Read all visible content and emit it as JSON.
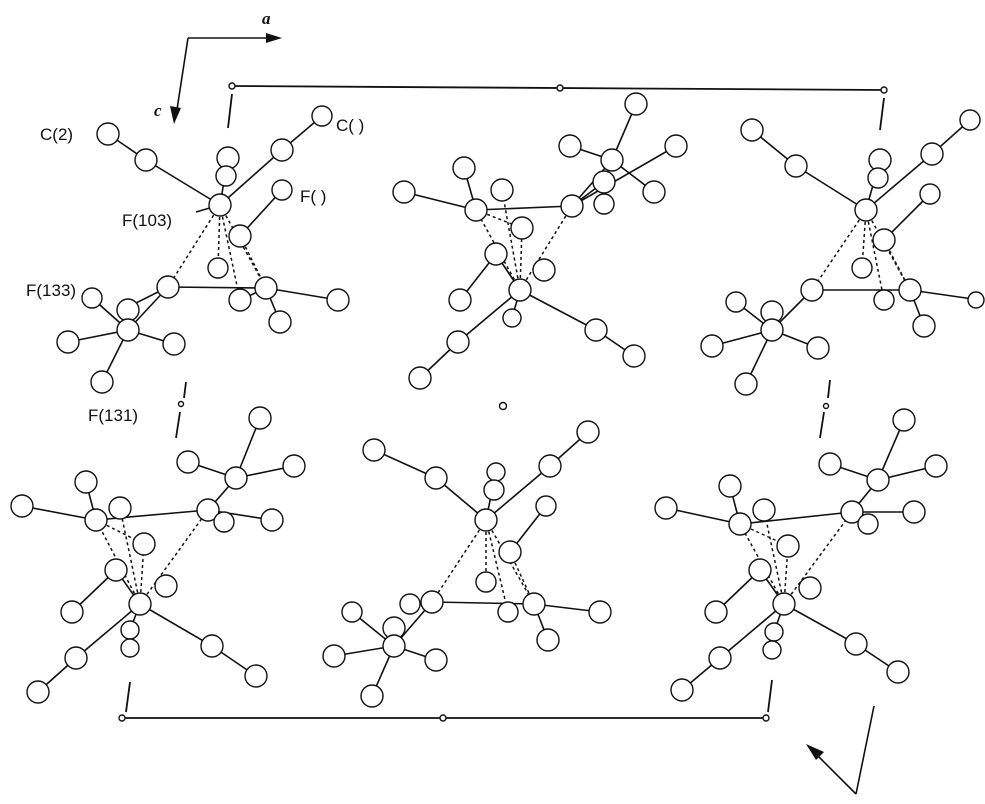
{
  "figure": {
    "axes": {
      "a_label": "a",
      "c_label": "c"
    },
    "labels": {
      "c2": "C(2)",
      "c_blank": "C(  )",
      "f_blank": "F(     )",
      "f103": "F(103)",
      "f133": "F(133)",
      "f131": "F(131)"
    },
    "colors": {
      "ink": "#111111",
      "paper": "#ffffff"
    },
    "molecule_count": 6
  }
}
